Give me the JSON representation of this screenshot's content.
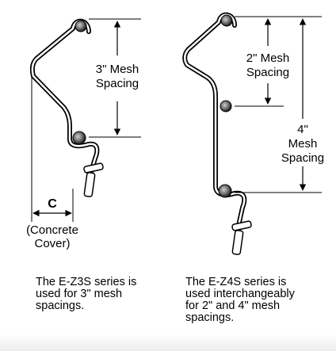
{
  "left_figure": {
    "spacing_label_line1": "3\" Mesh",
    "spacing_label_line2": "Spacing",
    "cover_symbol": "C",
    "cover_label_line1": "(Concrete",
    "cover_label_line2": "Cover)",
    "caption": "The E-Z3S series is\nused for 3\" mesh\nspacings."
  },
  "right_figure": {
    "spacing2_label_line1": "2\" Mesh",
    "spacing2_label_line2": "Spacing",
    "spacing4_label_line1": "4\"",
    "spacing4_label_line2": "Mesh",
    "spacing4_label_line3": "Spacing",
    "caption": "The E-Z4S series is\nused interchangeably\nfor 2\" and 4\" mesh\nspacings."
  }
}
